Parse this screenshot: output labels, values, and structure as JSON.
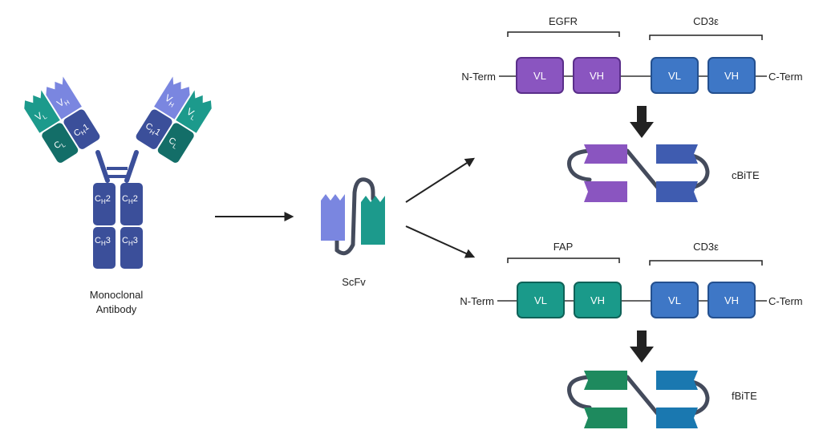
{
  "colors": {
    "antibody_dark": "#3b4f9a",
    "vh_light": "#7a86e0",
    "vl_teal": "#1c9a8c",
    "cl_dark_teal": "#136e68",
    "egfr_purple": "#8a55c0",
    "cd3_blue": "#3e77c6",
    "fap_teal": "#1a9a8a",
    "cbite_blue": "#3f5cb0",
    "fbite_green": "#1e8a5e",
    "fbite_blue": "#1a78b0",
    "linker": "#444b5c",
    "arrow": "#222222"
  },
  "antibody": {
    "caption_line1": "Monoclonal",
    "caption_line2": "Antibody",
    "domains": {
      "vh": "V",
      "vh_sub": "H",
      "vl": "V",
      "vl_sub": "L",
      "ch1": "C",
      "ch1_sub": "H",
      "ch1_num": "1",
      "cl": "C",
      "cl_sub": "L",
      "ch2": "C",
      "ch2_sub": "H",
      "ch2_num": "2",
      "ch3": "C",
      "ch3_sub": "H",
      "ch3_num": "3"
    }
  },
  "scfv": {
    "caption": "ScFv"
  },
  "construct_top": {
    "bracket_left": "EGFR",
    "bracket_right": "CD3ε",
    "n_term": "N-Term",
    "c_term": "C-Term",
    "domains": [
      "VL",
      "VH",
      "VL",
      "VH"
    ],
    "product": "cBiTE"
  },
  "construct_bottom": {
    "bracket_left": "FAP",
    "bracket_right": "CD3ε",
    "n_term": "N-Term",
    "c_term": "C-Term",
    "domains": [
      "VL",
      "VH",
      "VL",
      "VH"
    ],
    "product": "fBiTE"
  }
}
